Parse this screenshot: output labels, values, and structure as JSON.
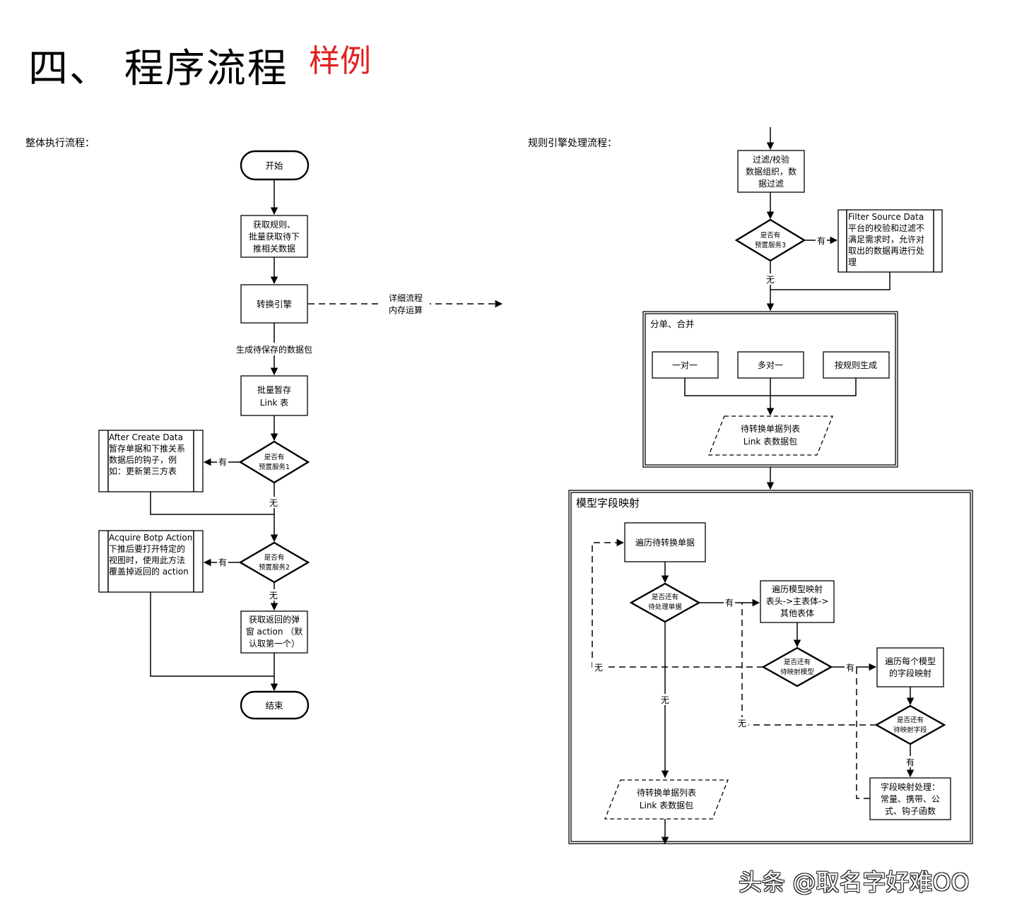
{
  "header": {
    "title": "四、 程序流程",
    "sample_tag": "样例"
  },
  "left_flow": {
    "section_label": "整体执行流程：",
    "start": "开始",
    "fetch": [
      "获取规则、",
      "批量获取待下",
      "推相关数据"
    ],
    "engine": "转换引擎",
    "detail_note": [
      "详细流程",
      "内存运算"
    ],
    "generate_label": "生成待保存的数据包",
    "batch_save": [
      "批量暂存",
      "Link 表"
    ],
    "decision1": [
      "是否有",
      "预置服务1"
    ],
    "after_create": [
      "After Create Data",
      "暂存单据和下推关系",
      "数据后的钩子，例",
      "如：更新第三方表"
    ],
    "decision2": [
      "是否有",
      "预置服务2"
    ],
    "acquire_botp": [
      "Acquire Botp Action",
      "下推后要打开特定的",
      "视图时，使用此方法",
      "覆盖掉返回的 action"
    ],
    "get_action": [
      "获取返回的弹",
      "窗 action （默",
      "认取第一个）"
    ],
    "end": "结束",
    "yes": "有",
    "no": "无"
  },
  "right_flow": {
    "section_label": "规则引擎处理流程：",
    "filter": [
      "过滤/校验",
      "数据组织，数",
      "据过滤"
    ],
    "decision3": [
      "是否有",
      "预置服务3"
    ],
    "filter_source": [
      "Filter Source Data",
      "平台的校验和过滤不",
      "满足需求时，允许对",
      "取出的数据再进行处",
      "理"
    ],
    "split_merge": {
      "title": "分单、合并",
      "options": [
        "一对一",
        "多对一",
        "按规则生成"
      ],
      "output": [
        "待转换单据列表",
        "Link 表数据包"
      ]
    },
    "model_mapping": {
      "title": "模型字段映射",
      "iterate_bills": "遍历待转换单据",
      "decision_bills": [
        "是否还有",
        "待处理单据"
      ],
      "iterate_models": [
        "遍历模型映射",
        "表头->主表体->",
        "其他表体"
      ],
      "decision_models": [
        "是否还有",
        "待映射模型"
      ],
      "iterate_fields": [
        "遍历每个模型",
        "的字段映射"
      ],
      "decision_fields": [
        "是否还有",
        "待映射字段"
      ],
      "field_process": [
        "字段映射处理：",
        "常量、携带、公",
        "式、钩子函数"
      ],
      "output": [
        "待转换单据列表",
        "Link 表数据包"
      ]
    },
    "yes": "有",
    "no": "无"
  },
  "watermark": "头条 @取名字好难OO"
}
